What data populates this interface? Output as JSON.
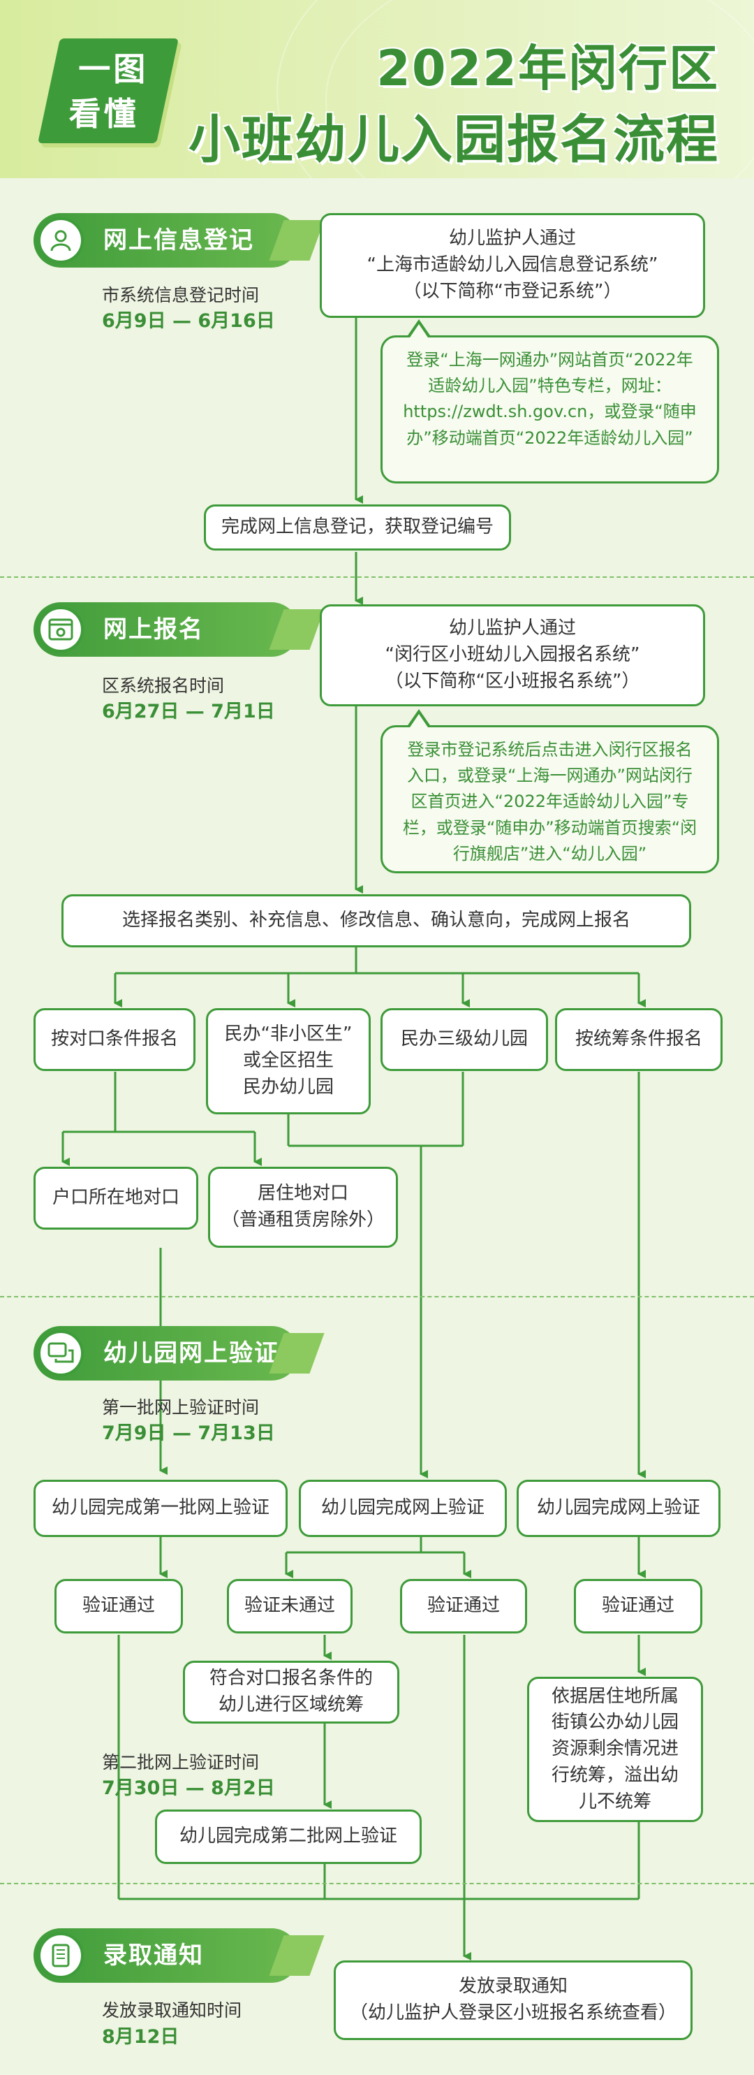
{
  "header": {
    "badge_line1": "一图",
    "badge_line2": "看懂",
    "title_line1": "2022年闵行区",
    "title_line2": "小班幼儿入园报名流程"
  },
  "stages": [
    {
      "label": "网上信息登记",
      "icon": "person-icon",
      "time_label": "市系统信息登记时间",
      "time_value": "6月9日 — 6月16日"
    },
    {
      "label": "网上报名",
      "icon": "browser-window-icon",
      "time_label": "区系统报名时间",
      "time_value": "6月27日 — 7月1日"
    },
    {
      "label": "幼儿园网上验证",
      "icon": "chat-bubbles-icon",
      "time_label": "第一批网上验证时间",
      "time_value": "7月9日 — 7月13日"
    },
    {
      "label": "录取通知",
      "icon": "phone-icon",
      "time_label": "发放录取通知时间",
      "time_value": "8月12日"
    }
  ],
  "second_batch": {
    "time_label": "第二批网上验证时间",
    "time_value": "7月30日 — 8月2日"
  },
  "boxes": {
    "guardian_city": [
      "幼儿监护人通过",
      "“上海市适龄幼儿入园信息登记系统”",
      "（以下简称“市登记系统”）"
    ],
    "note_city": "登录“上海一网通办”网站首页“2022年适龄幼儿入园”特色专栏，网址：https://zwdt.sh.gov.cn，或登录“随申办”移动端首页“2022年适龄幼儿入园”",
    "complete_registration": "完成网上信息登记，获取登记编号",
    "guardian_district": [
      "幼儿监护人通过",
      "“闵行区小班幼儿入园报名系统”",
      "（以下简称“区小班报名系统”）"
    ],
    "note_district": "登录市登记系统后点击进入闵行区报名入口，或登录“上海一网通办”网站闵行区首页进入“2022年适龄幼儿入园”专栏，或登录“随申办”移动端首页搜索“闵行旗舰店”进入“幼儿入园”",
    "select_category": "选择报名类别、补充信息、修改信息、确认意向，完成网上报名",
    "cat_counterpart": "按对口条件报名",
    "cat_private_nonlocal": [
      "民办“非小区生”",
      "或全区招生",
      "民办幼儿园"
    ],
    "cat_private_grade3": "民办三级幼儿园",
    "cat_overall": "按统筹条件报名",
    "hukou": "户口所在地对口",
    "residence": [
      "居住地对口",
      "（普通租赁房除外）"
    ],
    "verify_batch1": "幼儿园完成第一批网上验证",
    "verify_mid": "幼儿园完成网上验证",
    "verify_right": "幼儿园完成网上验证",
    "pass_left": "验证通过",
    "fail_mid": "验证未通过",
    "pass_mid": "验证通过",
    "pass_right": "验证通过",
    "regional": [
      "符合对口报名条件的",
      "幼儿进行区域统筹"
    ],
    "overall_desc": [
      "依据居住地所属",
      "街镇公办幼儿园",
      "资源剩余情况进",
      "行统筹，溢出幼",
      "儿不统筹"
    ],
    "verify_batch2": "幼儿园完成第二批网上验证",
    "issue_notice": [
      "发放录取通知",
      "（幼儿监护人登录区小班报名系统查看）"
    ]
  },
  "colors": {
    "accent": "#3e9b3a",
    "background": "#eef5e2",
    "header": "#d8ec9e"
  }
}
